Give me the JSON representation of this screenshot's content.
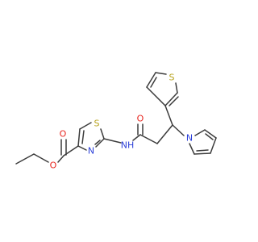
{
  "molecule": {
    "colors": {
      "bond": "#3c3c3c",
      "oxygen": "#e8251e",
      "nitrogen": "#2b3fd9",
      "sulfur": "#b8a31e",
      "background": "#ffffff"
    },
    "labels": {
      "ester_carbonyl_o": "O",
      "ester_ether_o": "O",
      "thiazole_s": "S",
      "thiazole_n": "N",
      "amide_nh": "NH",
      "amide_o": "O",
      "thiophene_s": "S",
      "pyrrole_n": "N"
    }
  }
}
